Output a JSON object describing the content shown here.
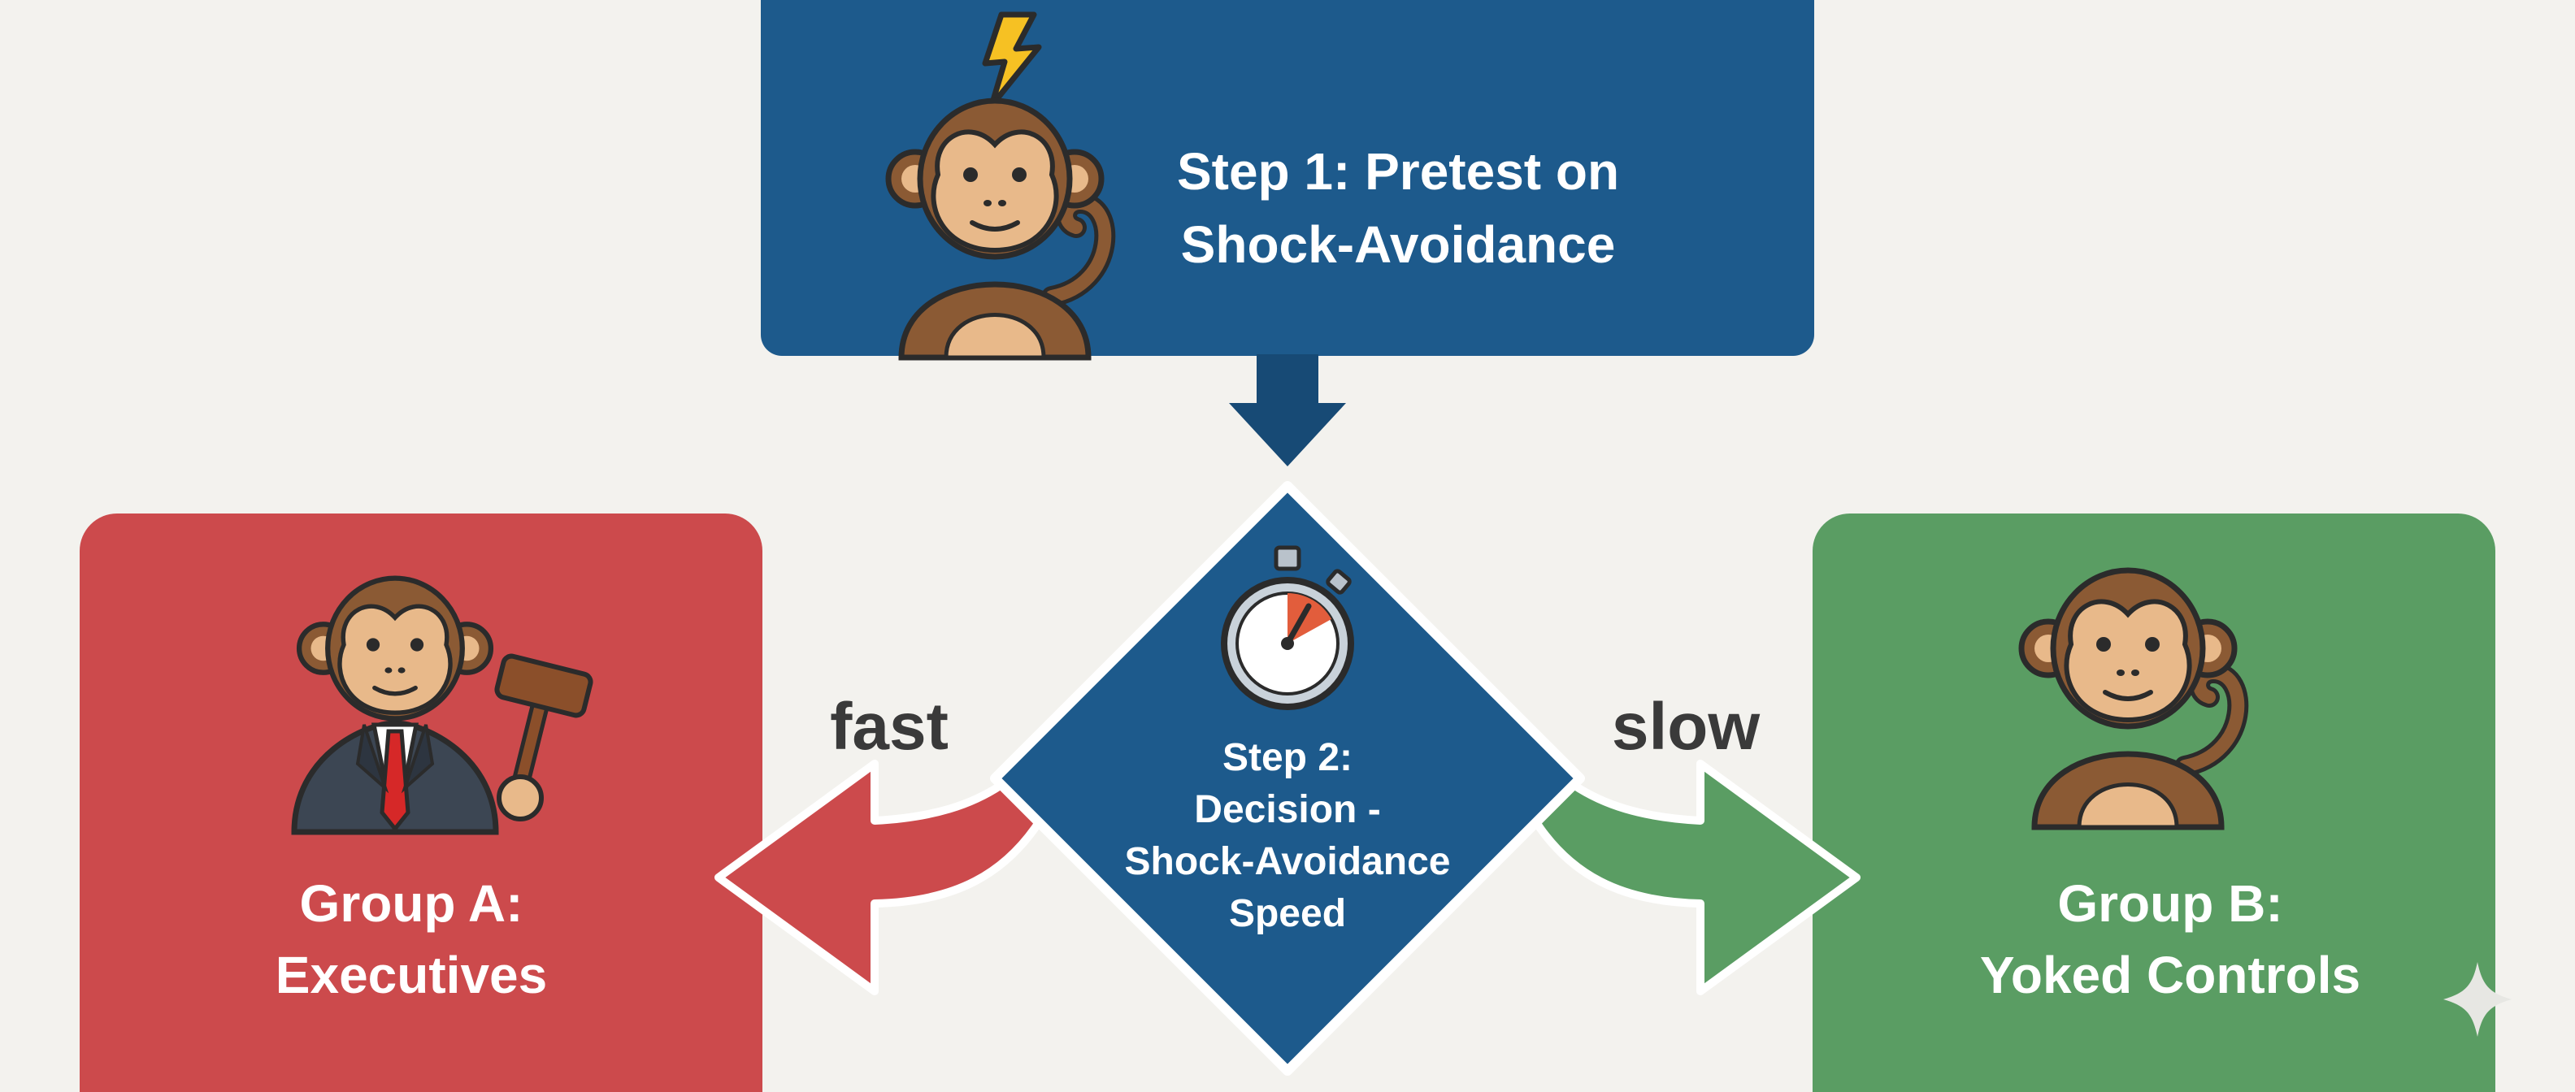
{
  "step1": {
    "line1": "Step 1: Pretest on",
    "line2": "Shock-Avoidance"
  },
  "step2": {
    "line1": "Step 2:",
    "line2": "Decision -",
    "line3": "Shock-Avoidance",
    "line4": "Speed"
  },
  "group_a": {
    "line1": "Group A:",
    "line2": "Executives"
  },
  "group_b": {
    "line1": "Group B:",
    "line2": "Yoked Controls"
  },
  "branches": {
    "left_label": "fast",
    "right_label": "slow"
  },
  "colors": {
    "blue": "#1d5a8c",
    "blue_dark": "#174a75",
    "red": "#cc4a4c",
    "green": "#5a9d63",
    "bg": "#f3f2ee",
    "label_text": "#3a3a3a",
    "monkey_fur": "#8b5a34",
    "monkey_face": "#e8b98a"
  },
  "icons": [
    "lightning-icon",
    "monkey-icon",
    "stopwatch-icon",
    "gavel-icon",
    "sparkle-icon"
  ]
}
